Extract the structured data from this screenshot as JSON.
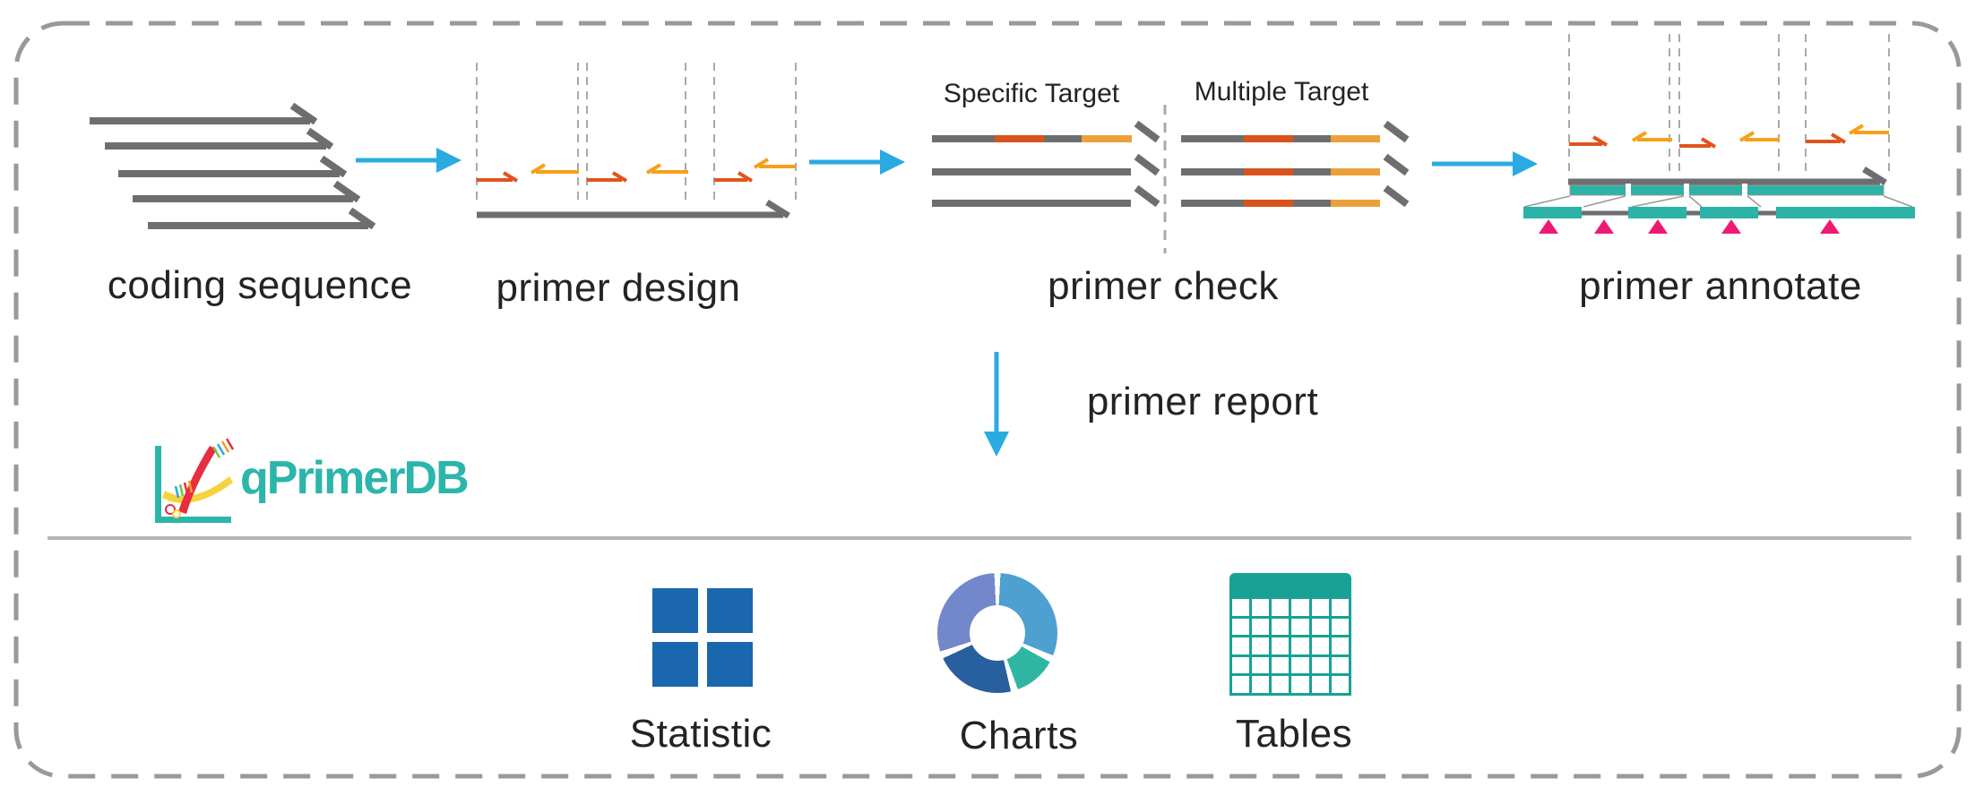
{
  "workflow": {
    "steps": [
      {
        "id": "coding-sequence",
        "label": "coding sequence",
        "icon": "stacked-sequence-arrows-icon"
      },
      {
        "id": "primer-design",
        "label": "primer design",
        "icon": "primer-pairs-on-template-icon"
      },
      {
        "id": "primer-check",
        "label": "primer check",
        "icon": "target-alignment-arrows-icon",
        "targets": [
          "Specific Target",
          "Multiple Target"
        ]
      },
      {
        "id": "primer-annotate",
        "label": "primer annotate",
        "icon": "gene-structure-annotation-icon"
      }
    ],
    "report": {
      "label": "primer report",
      "icon": "down-arrow-icon"
    }
  },
  "logo": {
    "text": "qPrimerDB",
    "mark": "qpcr-curve-axis-logo-mark"
  },
  "outputs": {
    "items": [
      {
        "label": "Statistic",
        "icon": "statistic-grid-icon"
      },
      {
        "label": "Charts",
        "icon": "donut-chart-icon"
      },
      {
        "label": "Tables",
        "icon": "data-table-icon"
      }
    ]
  },
  "colors": {
    "flow_arrow_blue": "#29abe2",
    "sequence_gray": "#6d6e70",
    "primer_forward_red": "#e0541c",
    "primer_reverse_orange": "#f6a01a",
    "target_red_segment": "#d9531e",
    "target_orange_segment": "#eda03a",
    "teal_bar": "#2bb3a7",
    "logo_teal": "#2cb5ab",
    "statistic_blue": "#1b67ae",
    "donut_light_blue": "#4da0d0",
    "donut_teal": "#2fb6a2",
    "donut_dark_blue": "#285f9e",
    "donut_periwinkle": "#7388cb",
    "table_teal": "#17a295",
    "annotation_pink": "#ec1a75",
    "text_dark": "#262223",
    "dashed_border_gray": "#97999c",
    "divider_gray": "#b5b6b8"
  }
}
